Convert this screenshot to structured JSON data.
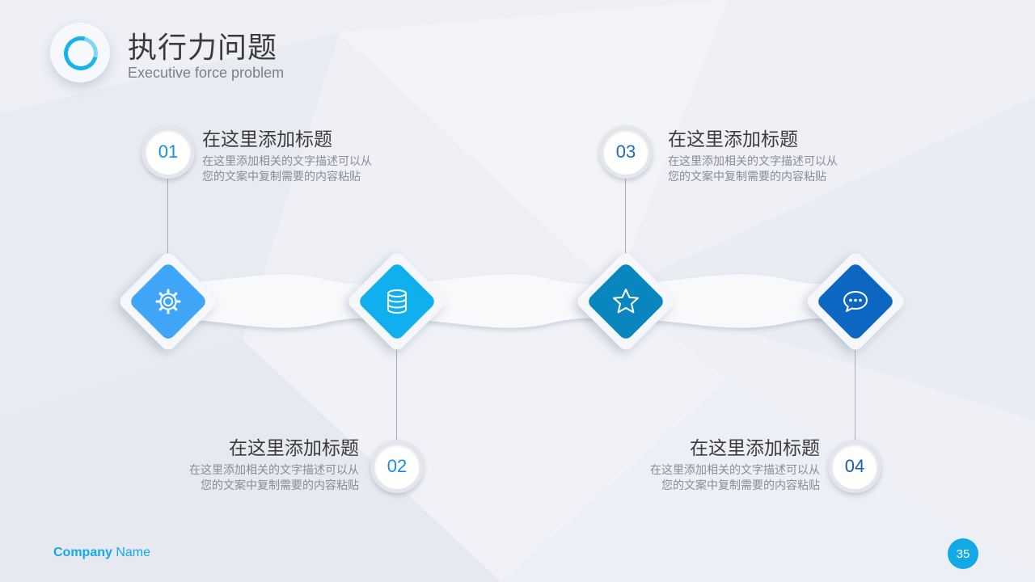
{
  "header": {
    "title": "执行力问题",
    "subtitle": "Executive force problem"
  },
  "colors": {
    "accent": "#12a9e6",
    "step_1": "#3fa5f6",
    "step_2": "#10b0ee",
    "step_3": "#0a86bf",
    "step_4": "#0c67c2",
    "number_text": "#1a8fdc"
  },
  "steps": [
    {
      "number": "01",
      "heading": "在这里添加标题",
      "desc_line1": "在这里添加相关的文字描述可以从",
      "desc_line2": "您的文案中复制需要的内容粘贴",
      "icon": "gear-icon"
    },
    {
      "number": "02",
      "heading": "在这里添加标题",
      "desc_line1": "在这里添加相关的文字描述可以从",
      "desc_line2": "您的文案中复制需要的内容粘贴",
      "icon": "database-icon"
    },
    {
      "number": "03",
      "heading": "在这里添加标题",
      "desc_line1": "在这里添加相关的文字描述可以从",
      "desc_line2": "您的文案中复制需要的内容粘贴",
      "icon": "star-icon"
    },
    {
      "number": "04",
      "heading": "在这里添加标题",
      "desc_line1": "在这里添加相关的文字描述可以从",
      "desc_line2": "您的文案中复制需要的内容粘贴",
      "icon": "chat-bubble-icon"
    }
  ],
  "footer": {
    "company_bold": "Company",
    "company_rest": " Name",
    "page_number": "35"
  }
}
